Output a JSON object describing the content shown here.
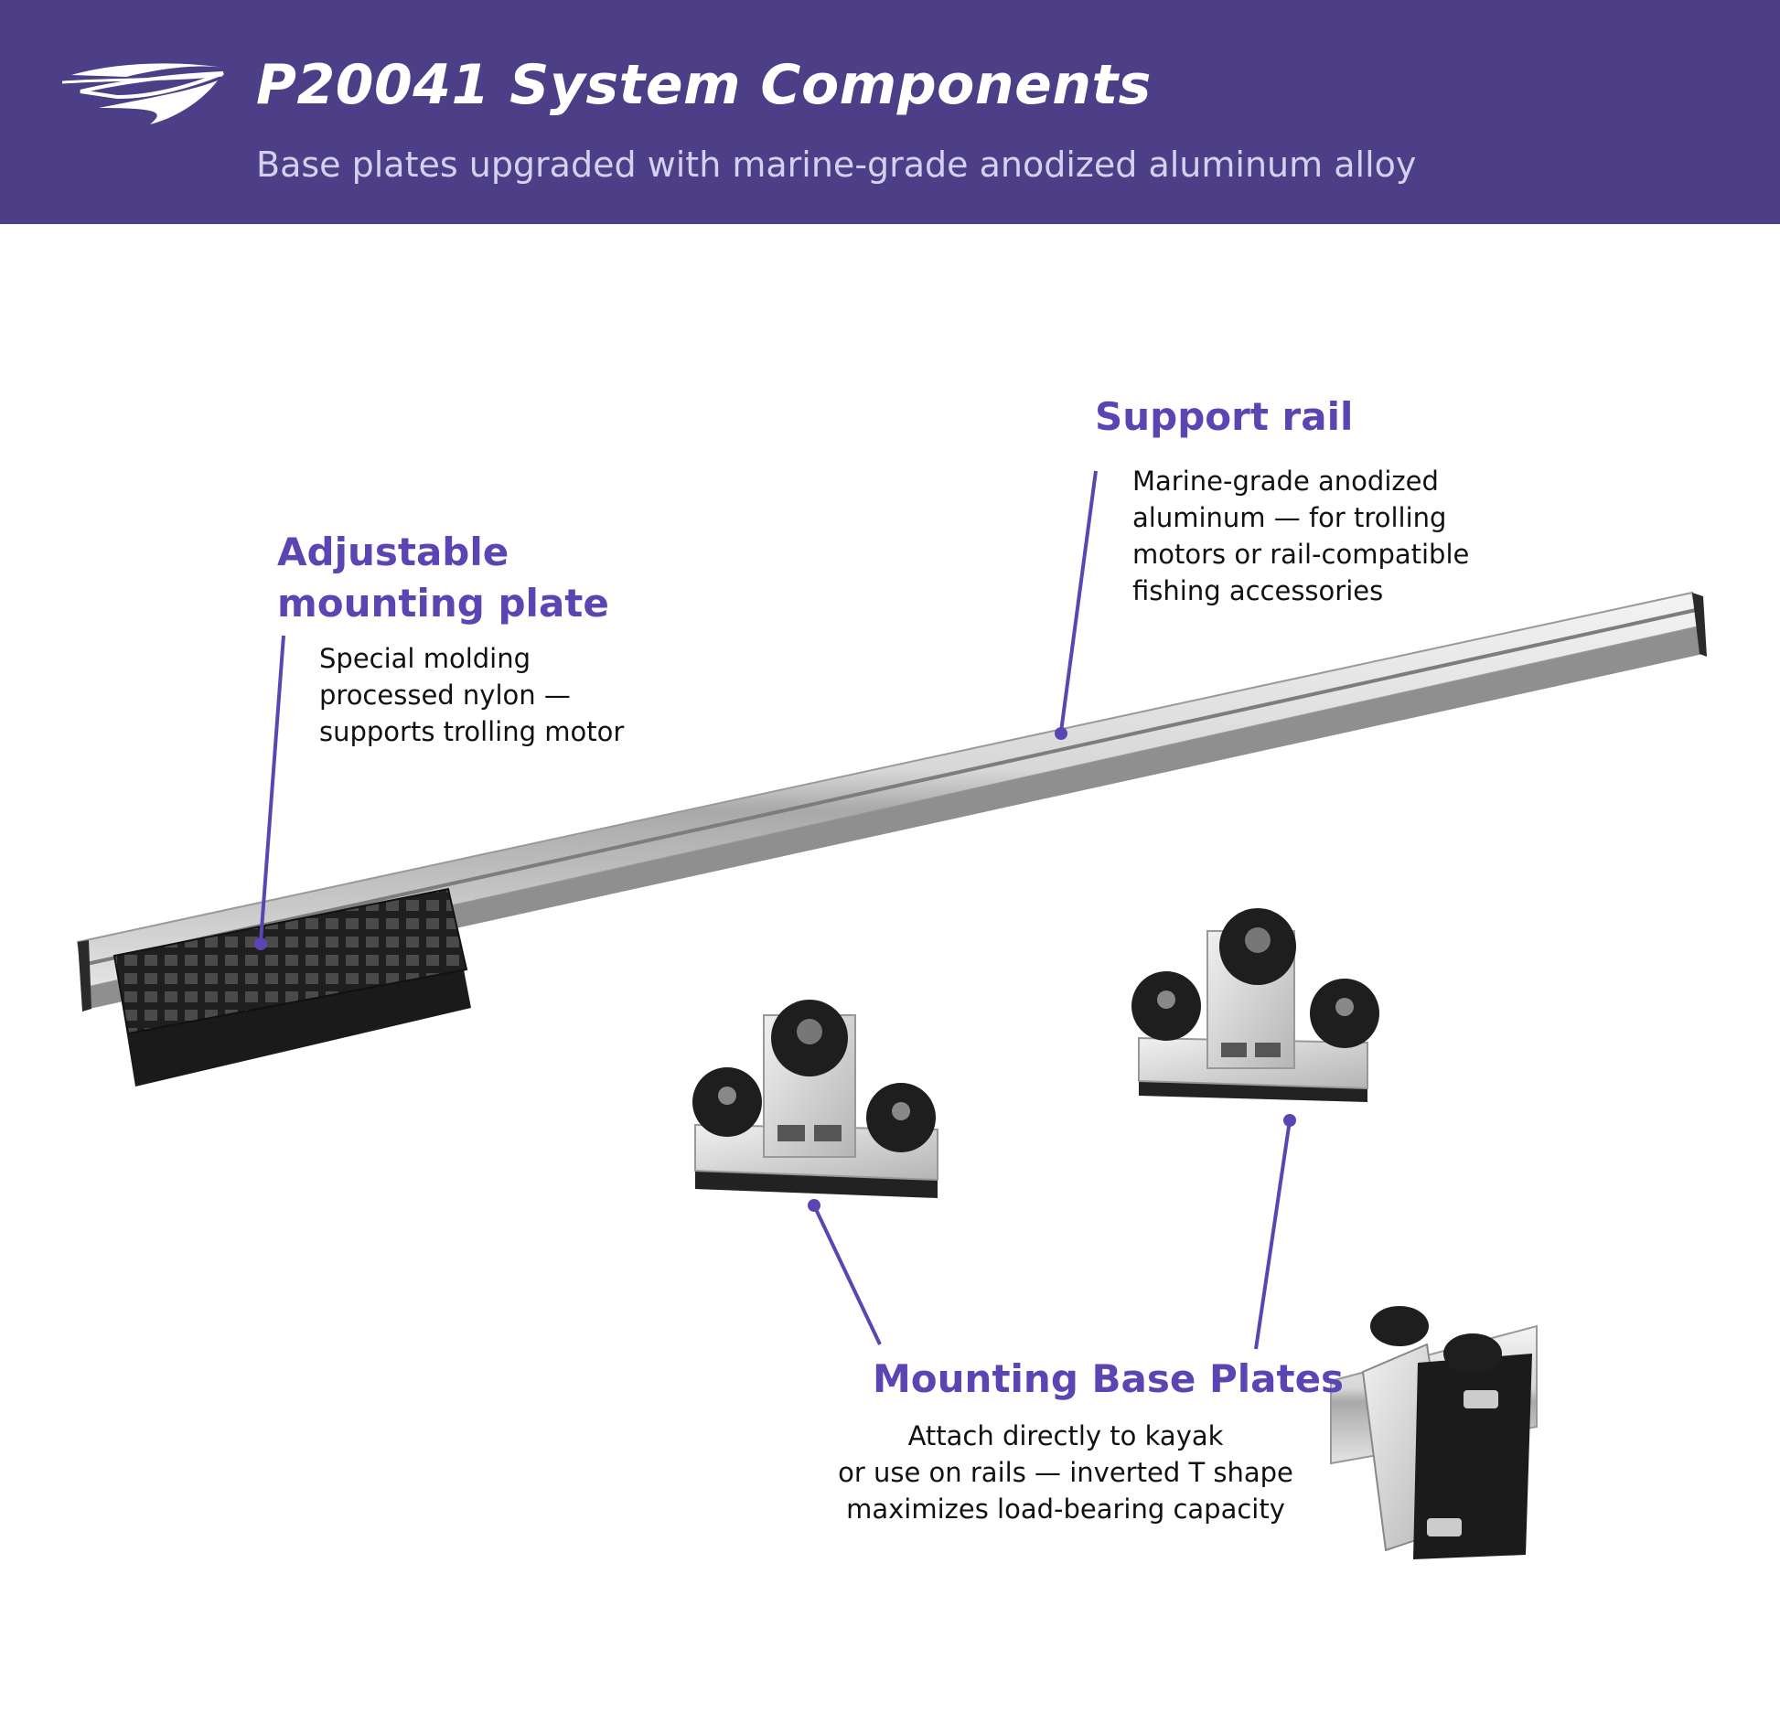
{
  "header": {
    "title": "P20041 System Components",
    "subtitle": "Base plates upgraded with marine-grade anodized aluminum alloy",
    "logo_icon": "boat-wave-logo-icon"
  },
  "callouts": {
    "support_rail": {
      "label": "Support rail",
      "description": "Marine-grade anodized\naluminum — for trolling\nmotors or rail-compatible\nfishing accessories"
    },
    "mounting_plate": {
      "label_line1": "Adjustable",
      "label_line2": "mounting plate",
      "description": "Special molding\nprocessed nylon —\nsupports trolling motor"
    },
    "base_plates": {
      "label": "Mounting Base Plates",
      "description": "Attach directly to kayak\nor use on rails — inverted T shape\nmaximizes load-bearing capacity"
    }
  },
  "colors": {
    "header_bg": "#4c3f87",
    "accent": "#5b45b3",
    "subtitle": "#d6d0ef",
    "text": "#111111"
  }
}
